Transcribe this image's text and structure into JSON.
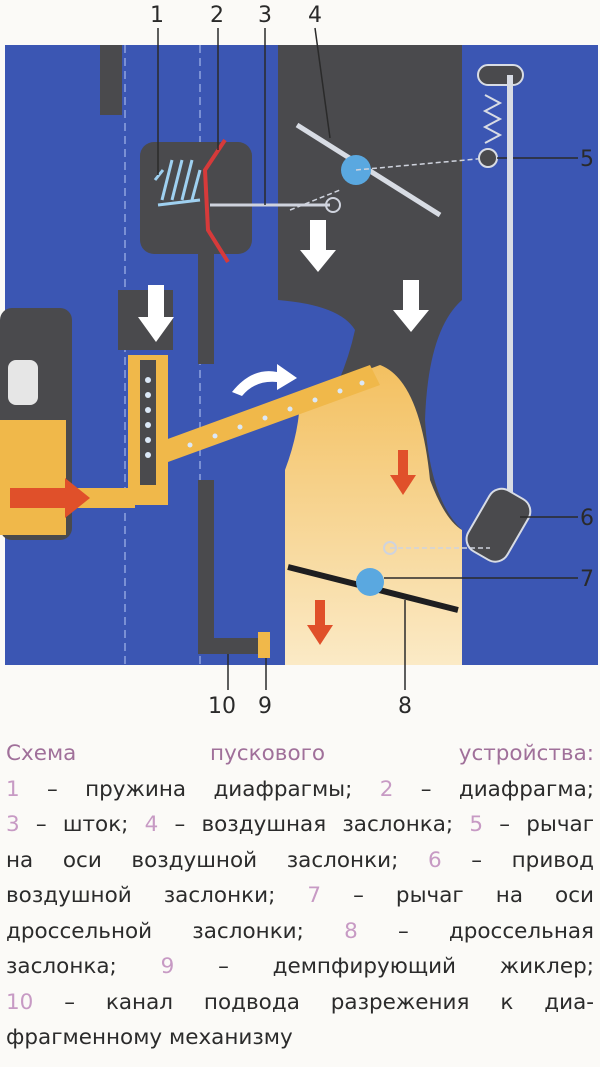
{
  "diagram": {
    "labels": [
      "1",
      "2",
      "3",
      "4",
      "5",
      "6",
      "7",
      "8",
      "9",
      "10"
    ],
    "colors": {
      "background": "#3b56b3",
      "body": "#4a4a4d",
      "fuel": "#f0b84a",
      "mixture": "#f7dca0",
      "diaphragm": "#d63a3a",
      "flap_axis": "#5aa8e0"
    }
  },
  "caption": {
    "title": "Схема пускового устройства:",
    "lines": [
      [
        {
          "n": "1"
        },
        {
          "t": " – пружина диафрагмы; "
        },
        {
          "n": "2"
        },
        {
          "t": " – диафрагма;"
        }
      ],
      [
        {
          "n": "3"
        },
        {
          "t": " – шток; "
        },
        {
          "n": "4"
        },
        {
          "t": " – воздушная заслонка; "
        },
        {
          "n": "5"
        },
        {
          "t": " – рычаг"
        }
      ],
      [
        {
          "t": "на оси воздушной заслонки; "
        },
        {
          "n": "6"
        },
        {
          "t": " – привод"
        }
      ],
      [
        {
          "t": "воздушной заслонки; "
        },
        {
          "n": "7"
        },
        {
          "t": " – рычаг на оси"
        }
      ],
      [
        {
          "t": "дроссельной заслонки; "
        },
        {
          "n": "8"
        },
        {
          "t": " – дроссельная"
        }
      ],
      [
        {
          "t": "заслонка; "
        },
        {
          "n": "9"
        },
        {
          "t": " – демпфирующий жиклер;"
        }
      ],
      [
        {
          "n": "10"
        },
        {
          "t": " – канал подвода разрежения к диа-"
        }
      ],
      [
        {
          "t": "фрагменному механизму"
        }
      ]
    ]
  }
}
